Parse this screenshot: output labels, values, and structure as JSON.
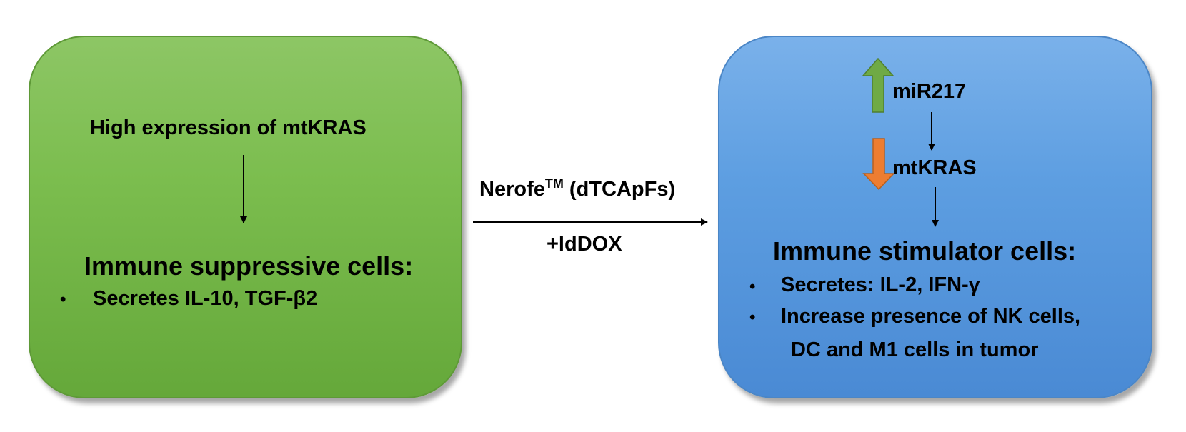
{
  "left": {
    "title": "High expression of mtKRAS",
    "heading": "Immune suppressive cells:",
    "bullets": [
      "Secretes IL-10, TGF-β2"
    ]
  },
  "middle": {
    "drug_name": "Nerofe",
    "drug_tm": "TM",
    "drug_detail": "(dTCApFs)",
    "addition": "+ldDOX"
  },
  "right": {
    "up_label": "miR217",
    "down_label": "mtKRAS",
    "heading": "Immune stimulator cells:",
    "bullets": [
      "Secretes: IL-2, IFN-γ",
      "Increase presence of NK cells,"
    ],
    "bullet_continuation": "DC and M1 cells in tumor"
  },
  "colors": {
    "green_box": "#7bbd4e",
    "blue_box": "#5d9ee1",
    "up_arrow": "#6faa45",
    "down_arrow": "#ed7d31"
  },
  "bullet_symbol": "•"
}
